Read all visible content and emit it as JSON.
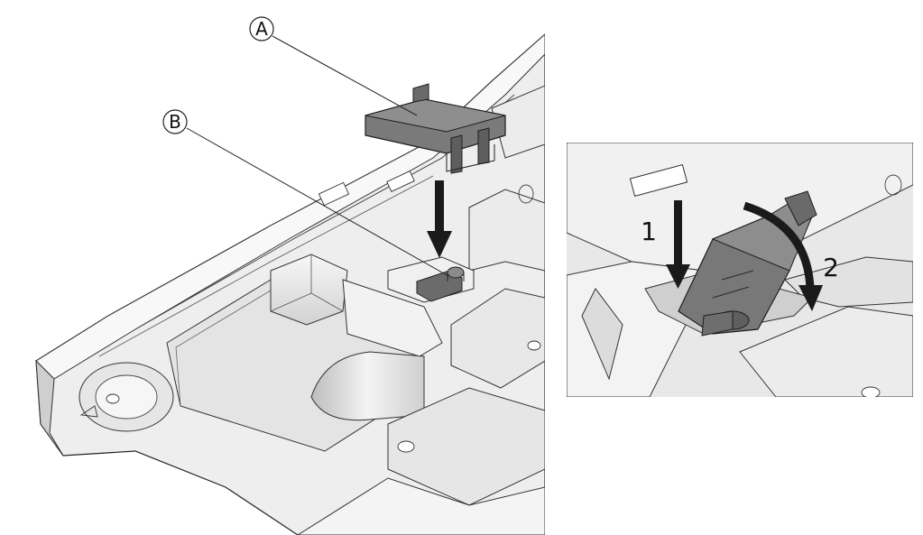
{
  "callouts": {
    "a": "A",
    "b": "B"
  },
  "steps": {
    "one": "1",
    "two": "2"
  },
  "colors": {
    "base_fill": "#eeeeee",
    "base_shadow": "#c8c8c8",
    "base_dark": "#9a9a9a",
    "part_dark": "#5a5a5a",
    "part_mid": "#7d7d7d",
    "line": "#222222",
    "arrow": "#1a1a1a"
  }
}
